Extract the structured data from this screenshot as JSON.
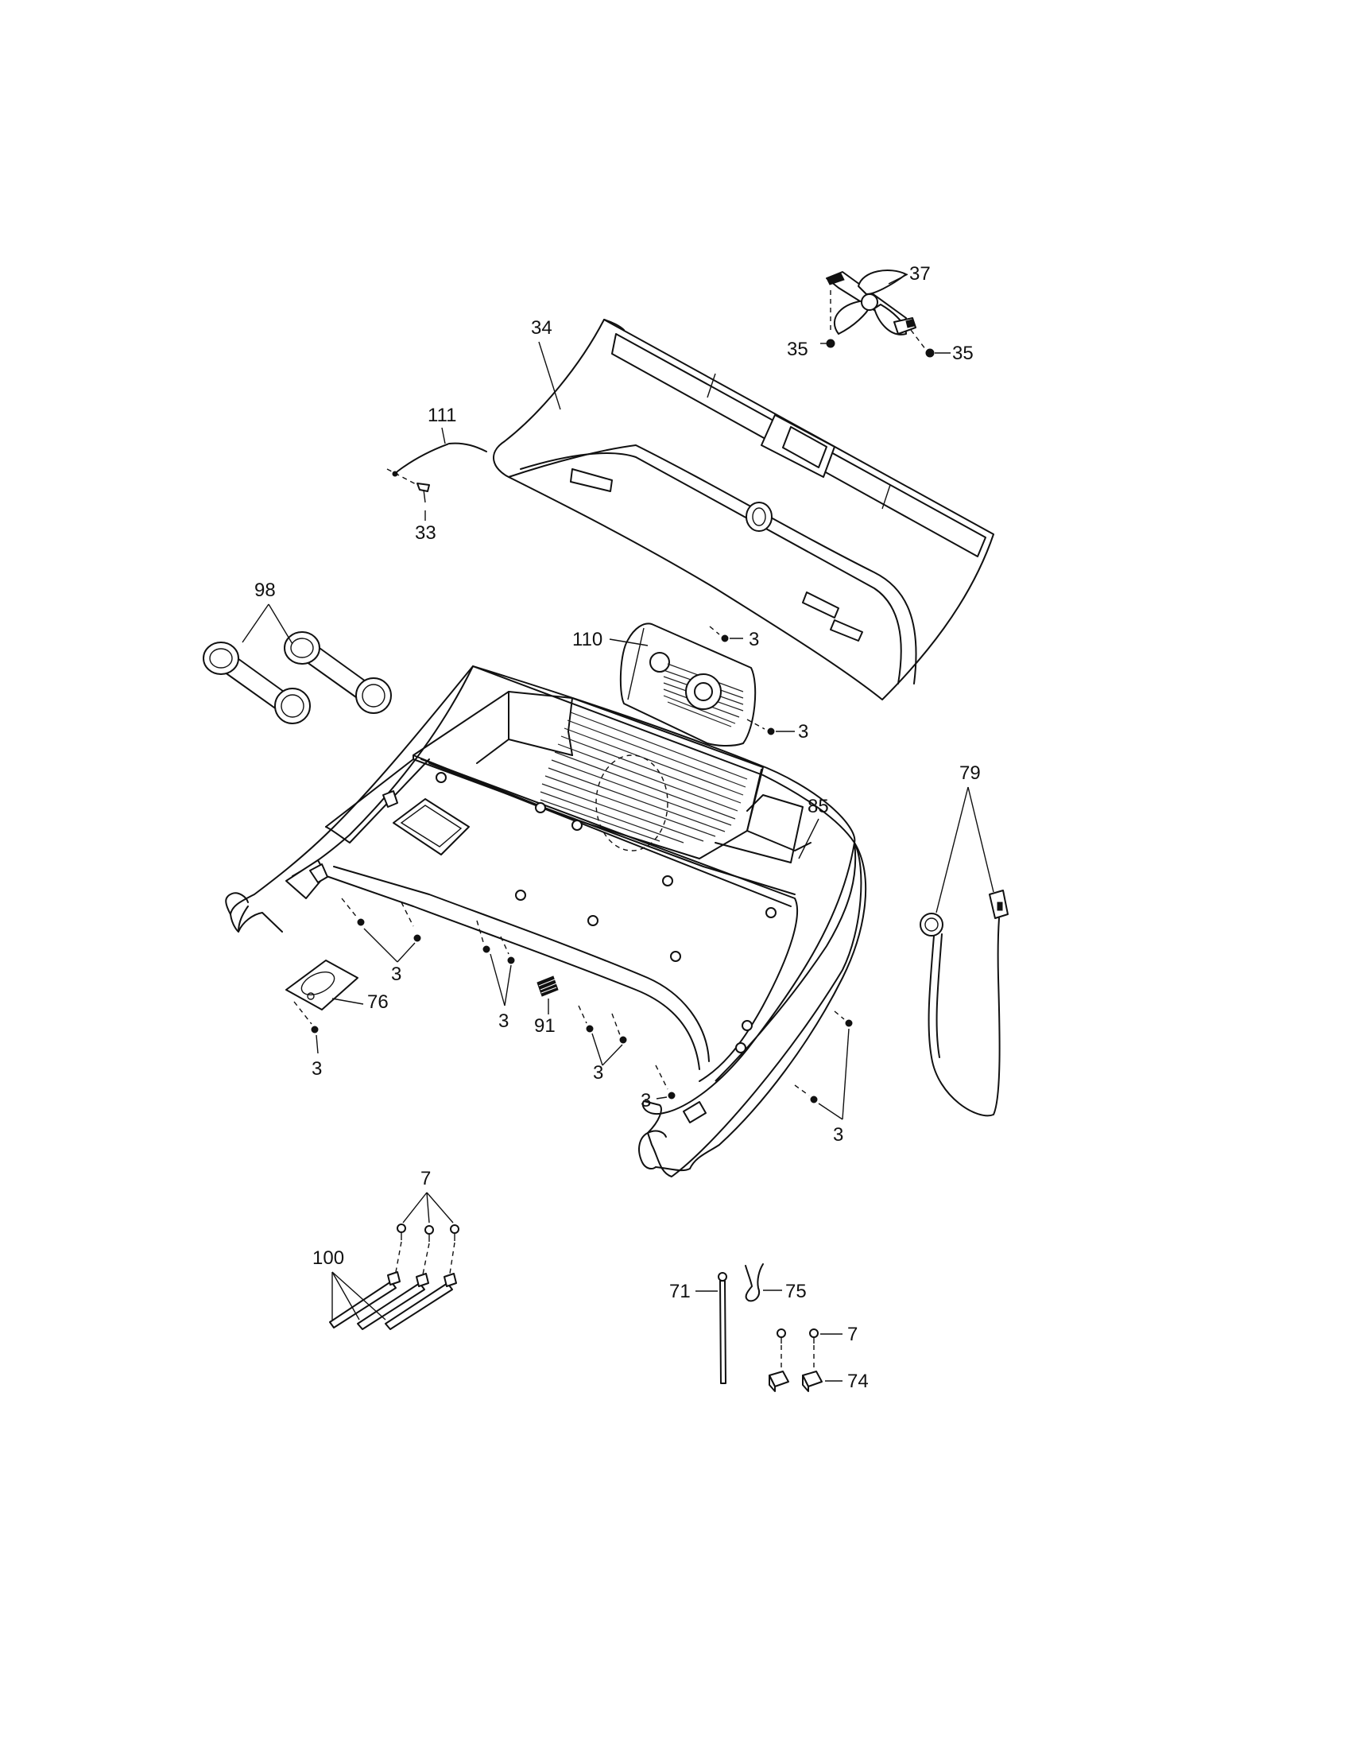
{
  "labels": {
    "l34": "34",
    "l37": "37",
    "l35a": "35",
    "l35b": "35",
    "l111": "111",
    "l33": "33",
    "l98": "98",
    "l110": "110",
    "l3_110a": "3",
    "l3_110b": "3",
    "l85": "85",
    "l79": "79",
    "l3_left": "3",
    "l76": "76",
    "l3_76": "3",
    "l3_mid": "3",
    "l91": "91",
    "l3_midb": "3",
    "l3_low": "3",
    "l3_right": "3",
    "l7_top": "7",
    "l100": "100",
    "l71": "71",
    "l75": "75",
    "l7_right": "7",
    "l74": "74"
  }
}
